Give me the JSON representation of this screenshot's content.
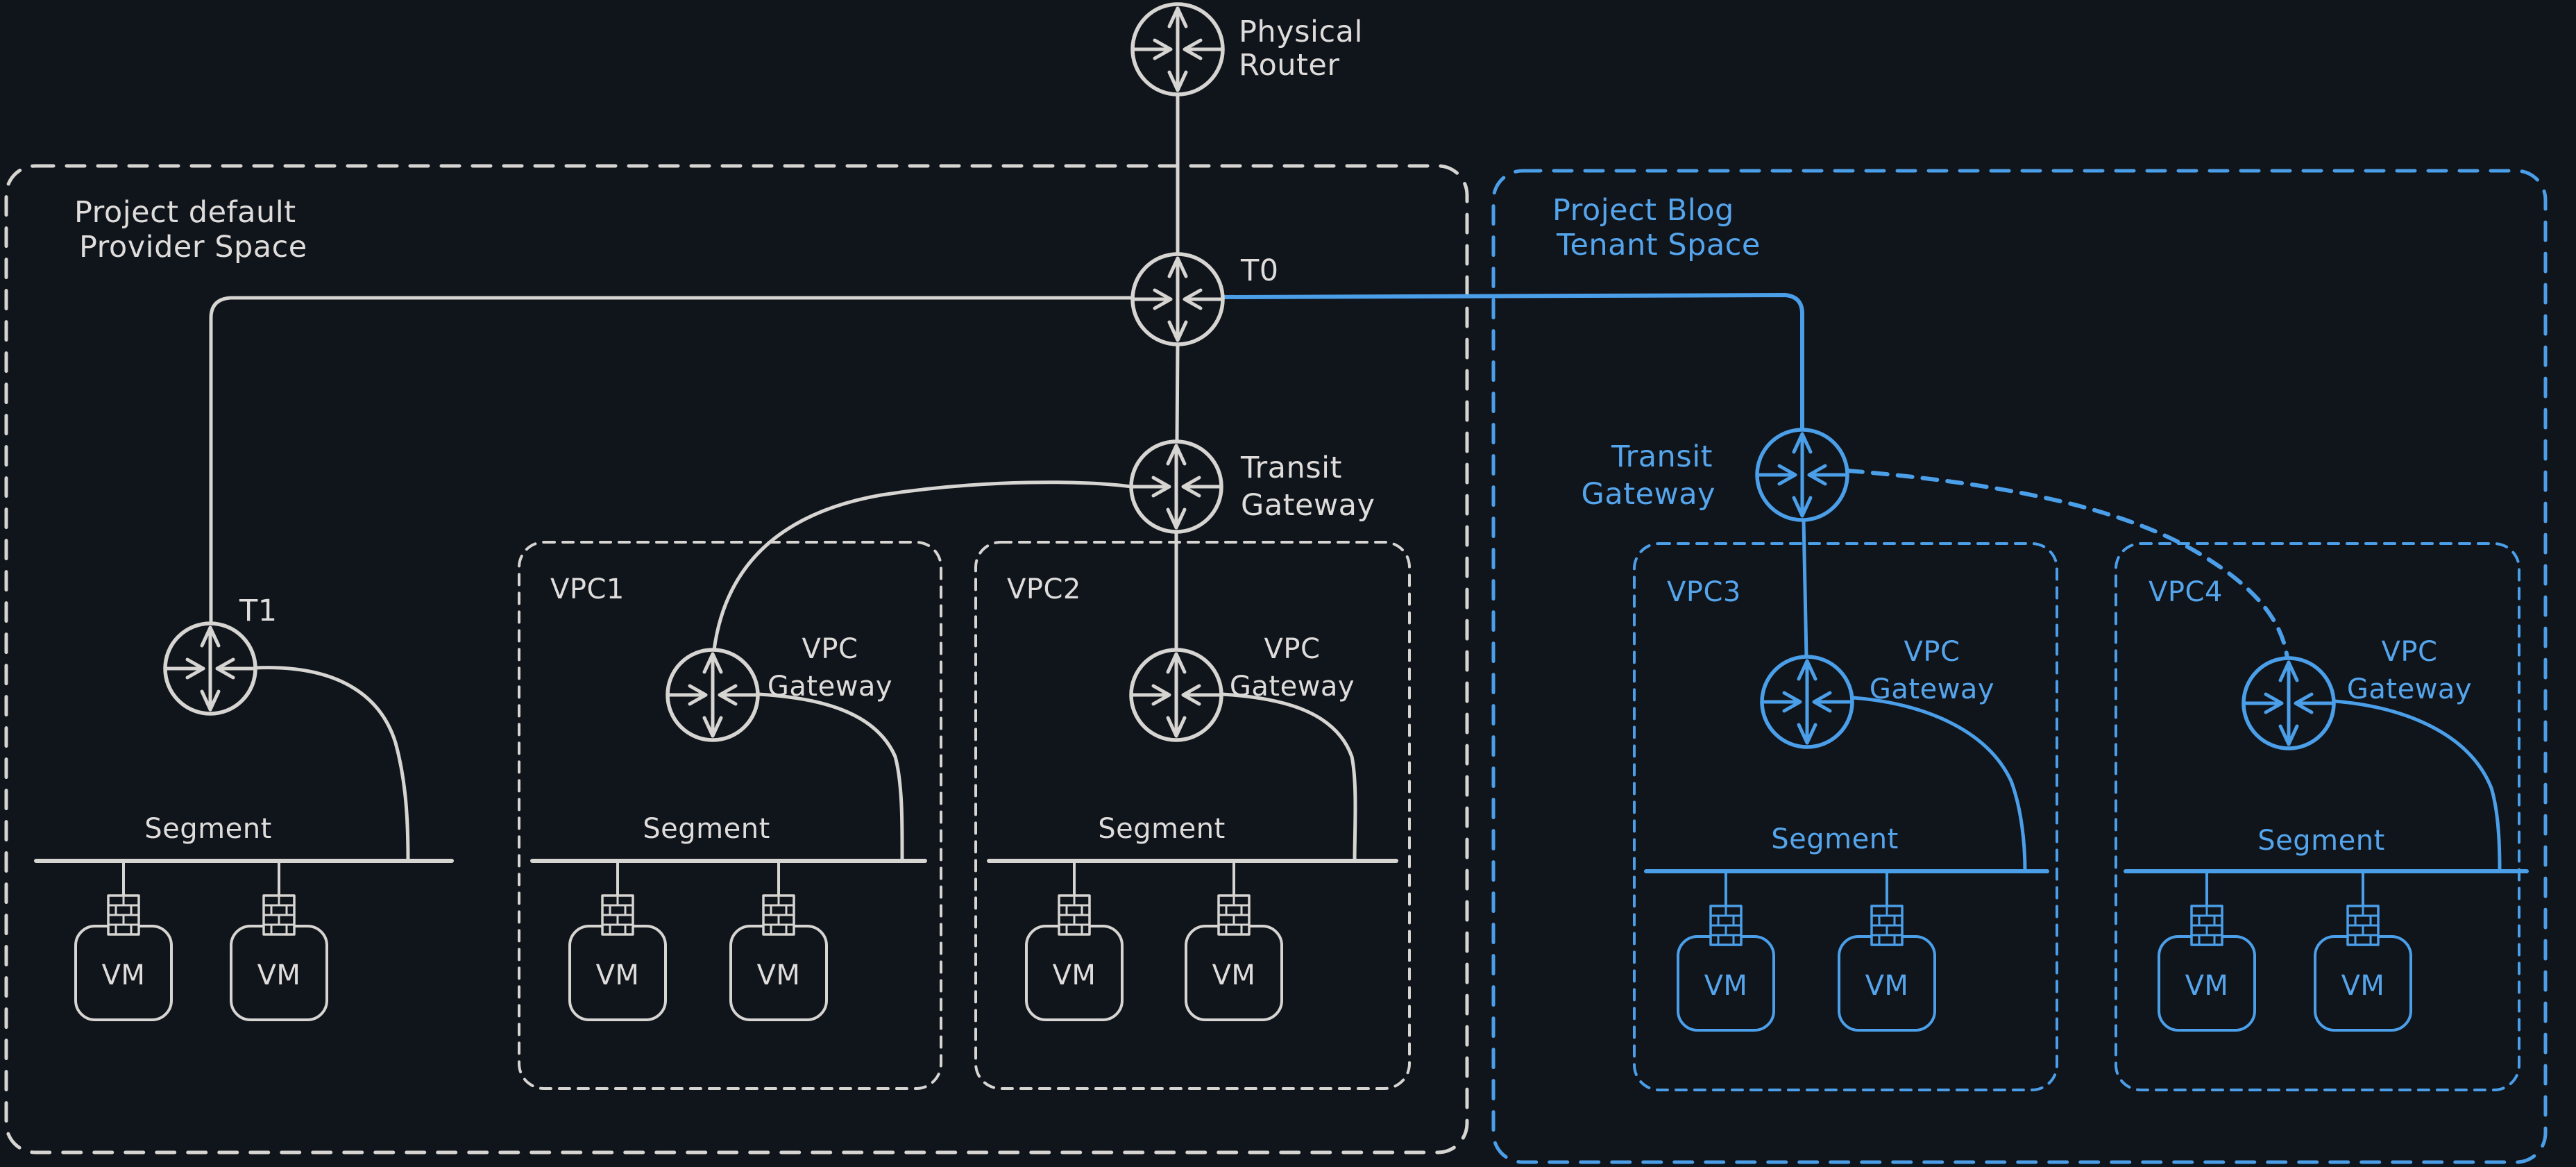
{
  "colors": {
    "background": "#10141b",
    "provider_stroke": "#d7d5d2",
    "provider_text": "#dfdddb",
    "tenant_accent": "#4b9fe9"
  },
  "spaces": {
    "provider": {
      "title_line1": "Project default",
      "title_line2": "Provider Space"
    },
    "tenant": {
      "title_line1": "Project Blog",
      "title_line2": "Tenant Space"
    }
  },
  "labels": {
    "physical_router": {
      "line1": "Physical",
      "line2": "Router"
    },
    "t0": "T0",
    "t1": "T1",
    "transit_gateway": {
      "line1": "Transit",
      "line2": "Gateway"
    },
    "vpc_gateway": {
      "line1": "VPC",
      "line2": "Gateway"
    },
    "segment": "Segment",
    "vm": "VM"
  },
  "vpcs": {
    "vpc1": "VPC1",
    "vpc2": "VPC2",
    "vpc3": "VPC3",
    "vpc4": "VPC4"
  }
}
